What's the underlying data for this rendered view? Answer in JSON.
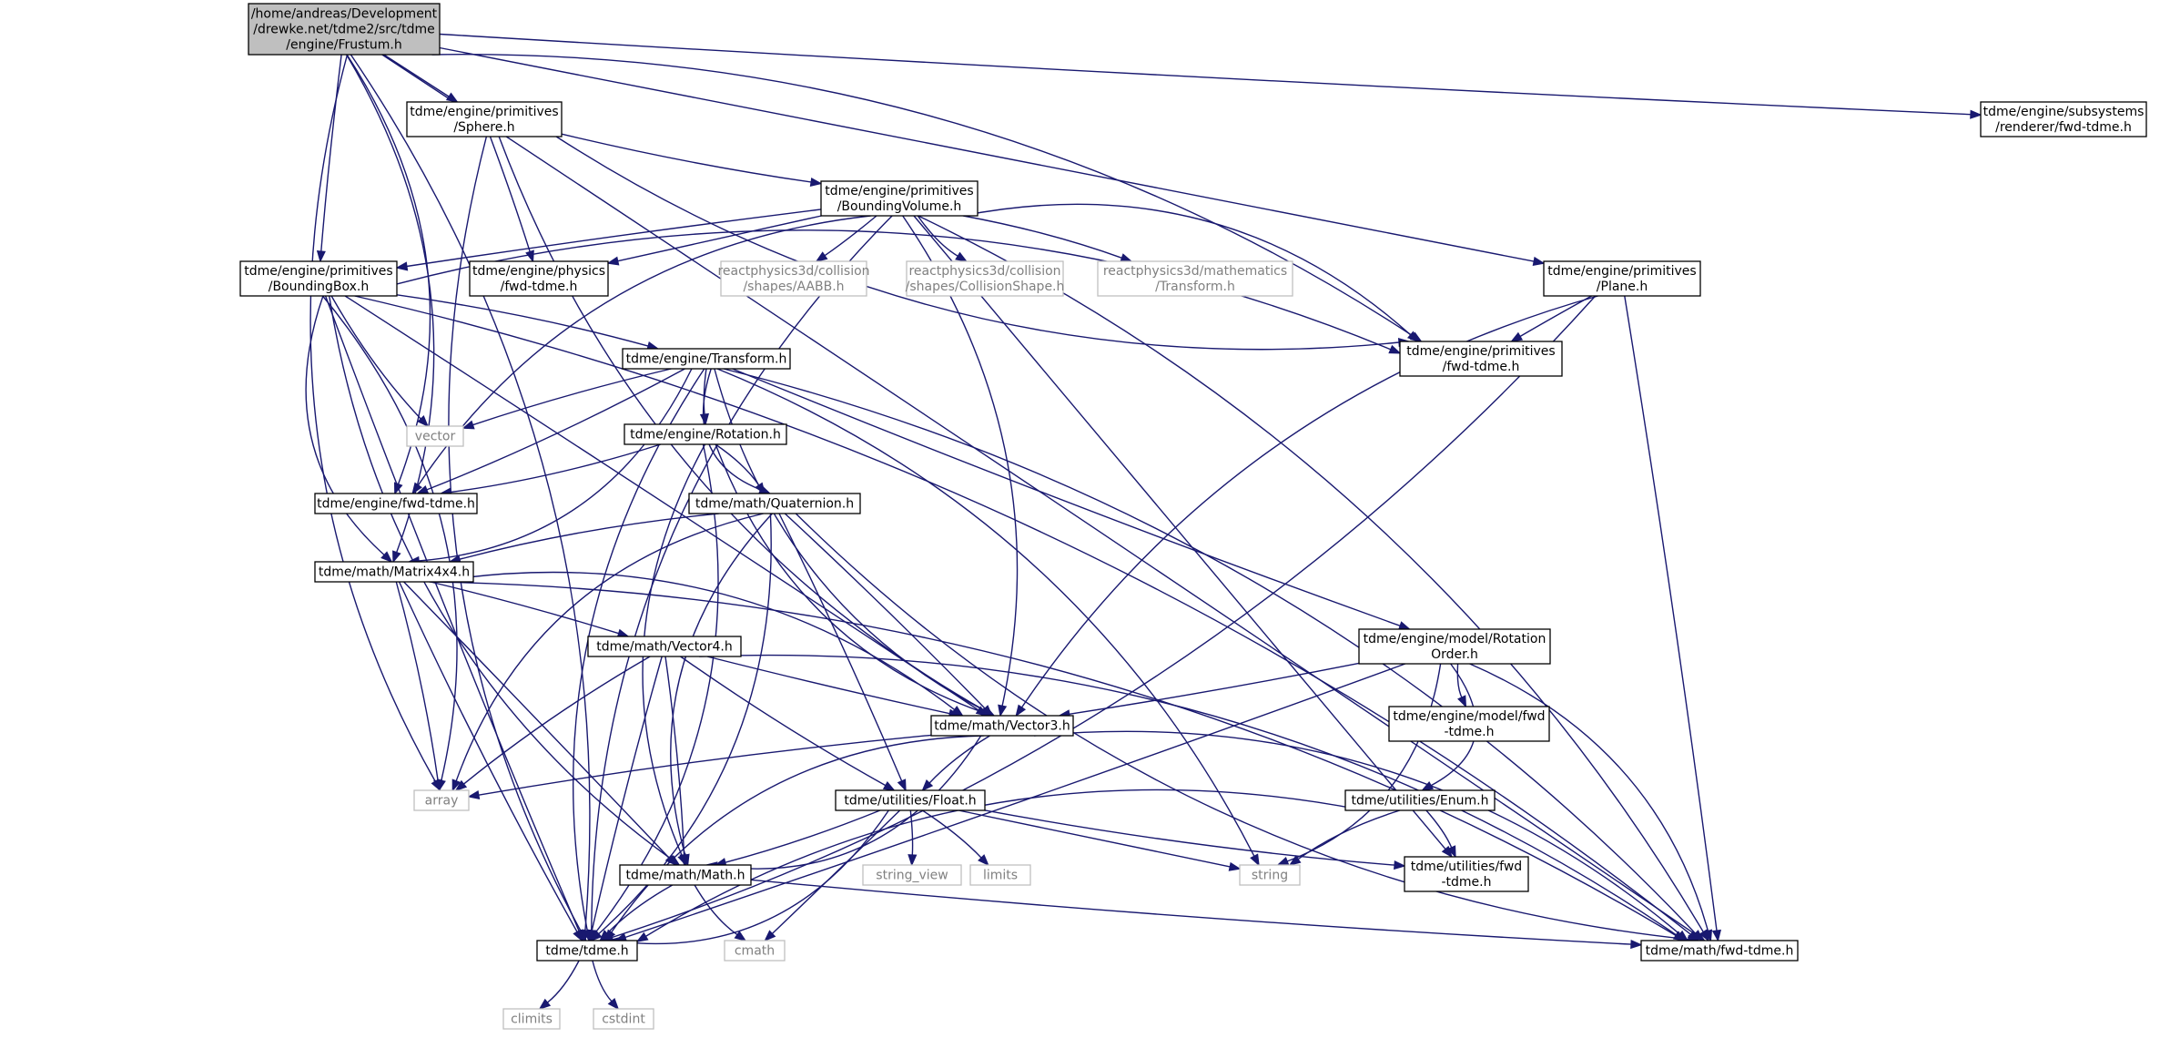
{
  "colors": {
    "edge": "#191970",
    "root_fill": "#bfbfbf",
    "border": "#000000",
    "external_border": "#bfbfbf",
    "external_text": "#808080",
    "text": "#000000",
    "background": "#ffffff"
  },
  "nodes": [
    {
      "id": "frustum",
      "lines": [
        "/home/andreas/Development",
        "/drewke.net/tdme2/src/tdme",
        "/engine/Frustum.h"
      ],
      "style": "root"
    },
    {
      "id": "renderer_fwd",
      "lines": [
        "tdme/engine/subsystems",
        "/renderer/fwd-tdme.h"
      ],
      "style": "normal"
    },
    {
      "id": "sphere",
      "lines": [
        "tdme/engine/primitives",
        "/Sphere.h"
      ],
      "style": "normal"
    },
    {
      "id": "boundingvolume",
      "lines": [
        "tdme/engine/primitives",
        "/BoundingVolume.h"
      ],
      "style": "normal"
    },
    {
      "id": "boundingbox",
      "lines": [
        "tdme/engine/primitives",
        "/BoundingBox.h"
      ],
      "style": "normal"
    },
    {
      "id": "physics_fwd",
      "lines": [
        "tdme/engine/physics",
        "/fwd-tdme.h"
      ],
      "style": "normal"
    },
    {
      "id": "aabb",
      "lines": [
        "reactphysics3d/collision",
        "/shapes/AABB.h"
      ],
      "style": "external"
    },
    {
      "id": "collisionshape",
      "lines": [
        "reactphysics3d/collision",
        "/shapes/CollisionShape.h"
      ],
      "style": "external"
    },
    {
      "id": "rp3d_transform",
      "lines": [
        "reactphysics3d/mathematics",
        "/Transform.h"
      ],
      "style": "external"
    },
    {
      "id": "plane",
      "lines": [
        "tdme/engine/primitives",
        "/Plane.h"
      ],
      "style": "normal"
    },
    {
      "id": "primitives_fwd",
      "lines": [
        "tdme/engine/primitives",
        "/fwd-tdme.h"
      ],
      "style": "normal"
    },
    {
      "id": "transform",
      "lines": [
        "tdme/engine/Transform.h"
      ],
      "style": "normal"
    },
    {
      "id": "vector",
      "lines": [
        "vector"
      ],
      "style": "external"
    },
    {
      "id": "rotation",
      "lines": [
        "tdme/engine/Rotation.h"
      ],
      "style": "normal"
    },
    {
      "id": "engine_fwd",
      "lines": [
        "tdme/engine/fwd-tdme.h"
      ],
      "style": "normal"
    },
    {
      "id": "quaternion",
      "lines": [
        "tdme/math/Quaternion.h"
      ],
      "style": "normal"
    },
    {
      "id": "matrix4x4",
      "lines": [
        "tdme/math/Matrix4x4.h"
      ],
      "style": "normal"
    },
    {
      "id": "rotationorder",
      "lines": [
        "tdme/engine/model/Rotation",
        "Order.h"
      ],
      "style": "normal"
    },
    {
      "id": "vector4",
      "lines": [
        "tdme/math/Vector4.h"
      ],
      "style": "normal"
    },
    {
      "id": "vector3",
      "lines": [
        "tdme/math/Vector3.h"
      ],
      "style": "normal"
    },
    {
      "id": "model_fwd",
      "lines": [
        "tdme/engine/model/fwd",
        "-tdme.h"
      ],
      "style": "normal"
    },
    {
      "id": "array",
      "lines": [
        "array"
      ],
      "style": "external"
    },
    {
      "id": "float",
      "lines": [
        "tdme/utilities/Float.h"
      ],
      "style": "normal"
    },
    {
      "id": "enum",
      "lines": [
        "tdme/utilities/Enum.h"
      ],
      "style": "normal"
    },
    {
      "id": "string_view",
      "lines": [
        "string_view"
      ],
      "style": "external"
    },
    {
      "id": "limits",
      "lines": [
        "limits"
      ],
      "style": "external"
    },
    {
      "id": "string",
      "lines": [
        "string"
      ],
      "style": "external"
    },
    {
      "id": "math",
      "lines": [
        "tdme/math/Math.h"
      ],
      "style": "normal"
    },
    {
      "id": "utilities_fwd",
      "lines": [
        "tdme/utilities/fwd",
        "-tdme.h"
      ],
      "style": "normal"
    },
    {
      "id": "tdme",
      "lines": [
        "tdme/tdme.h"
      ],
      "style": "normal"
    },
    {
      "id": "cmath",
      "lines": [
        "cmath"
      ],
      "style": "external"
    },
    {
      "id": "math_fwd",
      "lines": [
        "tdme/math/fwd-tdme.h"
      ],
      "style": "normal"
    },
    {
      "id": "climits",
      "lines": [
        "climits"
      ],
      "style": "external"
    },
    {
      "id": "cstdint",
      "lines": [
        "cstdint"
      ],
      "style": "external"
    }
  ],
  "edges": [
    [
      "frustum",
      "renderer_fwd"
    ],
    [
      "frustum",
      "sphere"
    ],
    [
      "frustum",
      "boundingbox"
    ],
    [
      "frustum",
      "plane"
    ],
    [
      "frustum",
      "primitives_fwd"
    ],
    [
      "frustum",
      "engine_fwd"
    ],
    [
      "frustum",
      "matrix4x4"
    ],
    [
      "frustum",
      "array"
    ],
    [
      "frustum",
      "tdme"
    ],
    [
      "frustum",
      "math_fwd"
    ],
    [
      "sphere",
      "boundingvolume"
    ],
    [
      "sphere",
      "physics_fwd"
    ],
    [
      "sphere",
      "primitives_fwd"
    ],
    [
      "sphere",
      "vector3"
    ],
    [
      "sphere",
      "tdme"
    ],
    [
      "boundingvolume",
      "boundingbox"
    ],
    [
      "boundingvolume",
      "physics_fwd"
    ],
    [
      "boundingvolume",
      "aabb"
    ],
    [
      "boundingvolume",
      "collisionshape"
    ],
    [
      "boundingvolume",
      "rp3d_transform"
    ],
    [
      "boundingvolume",
      "primitives_fwd"
    ],
    [
      "boundingvolume",
      "engine_fwd"
    ],
    [
      "boundingvolume",
      "vector3"
    ],
    [
      "boundingvolume",
      "utilities_fwd"
    ],
    [
      "boundingvolume",
      "tdme"
    ],
    [
      "boundingvolume",
      "math_fwd"
    ],
    [
      "boundingbox",
      "transform"
    ],
    [
      "boundingbox",
      "vector"
    ],
    [
      "boundingbox",
      "primitives_fwd"
    ],
    [
      "boundingbox",
      "matrix4x4"
    ],
    [
      "boundingbox",
      "vector3"
    ],
    [
      "boundingbox",
      "array"
    ],
    [
      "boundingbox",
      "math"
    ],
    [
      "boundingbox",
      "tdme"
    ],
    [
      "boundingbox",
      "math_fwd"
    ],
    [
      "plane",
      "primitives_fwd"
    ],
    [
      "plane",
      "vector3"
    ],
    [
      "plane",
      "tdme"
    ],
    [
      "plane",
      "math_fwd"
    ],
    [
      "transform",
      "vector"
    ],
    [
      "transform",
      "rotation"
    ],
    [
      "transform",
      "engine_fwd"
    ],
    [
      "transform",
      "quaternion"
    ],
    [
      "transform",
      "matrix4x4"
    ],
    [
      "transform",
      "rotationorder"
    ],
    [
      "transform",
      "vector3"
    ],
    [
      "transform",
      "string"
    ],
    [
      "transform",
      "tdme"
    ],
    [
      "transform",
      "math_fwd"
    ],
    [
      "rotation",
      "engine_fwd"
    ],
    [
      "rotation",
      "quaternion"
    ],
    [
      "rotation",
      "vector3"
    ],
    [
      "rotation",
      "math"
    ],
    [
      "rotation",
      "tdme"
    ],
    [
      "quaternion",
      "matrix4x4"
    ],
    [
      "quaternion",
      "vector3"
    ],
    [
      "quaternion",
      "array"
    ],
    [
      "quaternion",
      "float"
    ],
    [
      "quaternion",
      "math"
    ],
    [
      "quaternion",
      "tdme"
    ],
    [
      "quaternion",
      "math_fwd"
    ],
    [
      "matrix4x4",
      "vector4"
    ],
    [
      "matrix4x4",
      "vector3"
    ],
    [
      "matrix4x4",
      "array"
    ],
    [
      "matrix4x4",
      "math"
    ],
    [
      "matrix4x4",
      "tdme"
    ],
    [
      "matrix4x4",
      "math_fwd"
    ],
    [
      "rotationorder",
      "vector3"
    ],
    [
      "rotationorder",
      "model_fwd"
    ],
    [
      "rotationorder",
      "enum"
    ],
    [
      "rotationorder",
      "string"
    ],
    [
      "rotationorder",
      "tdme"
    ],
    [
      "rotationorder",
      "math_fwd"
    ],
    [
      "vector4",
      "vector3"
    ],
    [
      "vector4",
      "array"
    ],
    [
      "vector4",
      "float"
    ],
    [
      "vector4",
      "math"
    ],
    [
      "vector4",
      "tdme"
    ],
    [
      "vector4",
      "math_fwd"
    ],
    [
      "vector3",
      "array"
    ],
    [
      "vector3",
      "float"
    ],
    [
      "vector3",
      "math"
    ],
    [
      "vector3",
      "tdme"
    ],
    [
      "vector3",
      "math_fwd"
    ],
    [
      "float",
      "string_view"
    ],
    [
      "float",
      "limits"
    ],
    [
      "float",
      "string"
    ],
    [
      "float",
      "math"
    ],
    [
      "float",
      "utilities_fwd"
    ],
    [
      "float",
      "tdme"
    ],
    [
      "float",
      "cmath"
    ],
    [
      "enum",
      "string"
    ],
    [
      "enum",
      "utilities_fwd"
    ],
    [
      "enum",
      "tdme"
    ],
    [
      "math",
      "tdme"
    ],
    [
      "math",
      "cmath"
    ],
    [
      "math",
      "math_fwd"
    ],
    [
      "tdme",
      "climits"
    ],
    [
      "tdme",
      "cstdint"
    ]
  ]
}
